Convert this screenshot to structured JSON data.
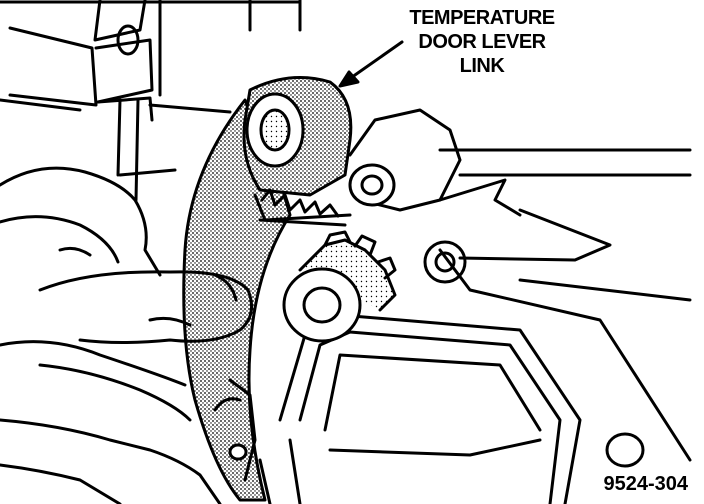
{
  "callout": {
    "label_lines": [
      "TEMPERATURE",
      "DOOR LEVER",
      "LINK"
    ]
  },
  "figure_number": "9524-304",
  "colors": {
    "ink": "#000000",
    "paper": "#ffffff",
    "stipple": "#8a8a8a"
  }
}
